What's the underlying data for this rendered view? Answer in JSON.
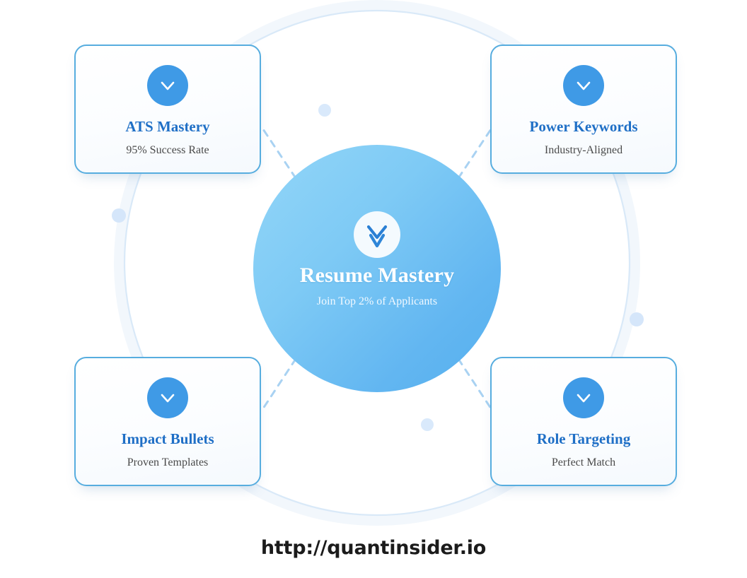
{
  "hub": {
    "title": "Resume Mastery",
    "subtitle": "Join Top 2% of Applicants",
    "icon": "double-chevron-down-icon",
    "gradient_from": "#93d6f8",
    "gradient_to": "#55afee"
  },
  "cards": [
    {
      "position": "top-left",
      "title": "ATS Mastery",
      "subtitle": "95% Success Rate",
      "icon": "chevron-down-icon",
      "icon_color": "#3f9ae6",
      "title_color": "#1f6fc6",
      "border_color": "#57addf"
    },
    {
      "position": "top-right",
      "title": "Power Keywords",
      "subtitle": "Industry-Aligned",
      "icon": "chevron-down-icon",
      "icon_color": "#3f9ae6",
      "title_color": "#1f6fc6",
      "border_color": "#57addf"
    },
    {
      "position": "bottom-left",
      "title": "Impact Bullets",
      "subtitle": "Proven Templates",
      "icon": "chevron-down-icon",
      "icon_color": "#3f9ae6",
      "title_color": "#1f6fc6",
      "border_color": "#57addf"
    },
    {
      "position": "bottom-right",
      "title": "Role Targeting",
      "subtitle": "Perfect Match",
      "icon": "chevron-down-icon",
      "icon_color": "#3f9ae6",
      "title_color": "#1f6fc6",
      "border_color": "#57addf"
    }
  ],
  "footer": {
    "url": "http://quantinsider.io"
  },
  "decor": {
    "outer_ring_fill": "#f2f7fc",
    "inner_ring_stroke": "#dbeaf9",
    "dot_color": "#d5e8fb",
    "connector_color": "#a9d2f2",
    "connector_style": "dashed"
  }
}
